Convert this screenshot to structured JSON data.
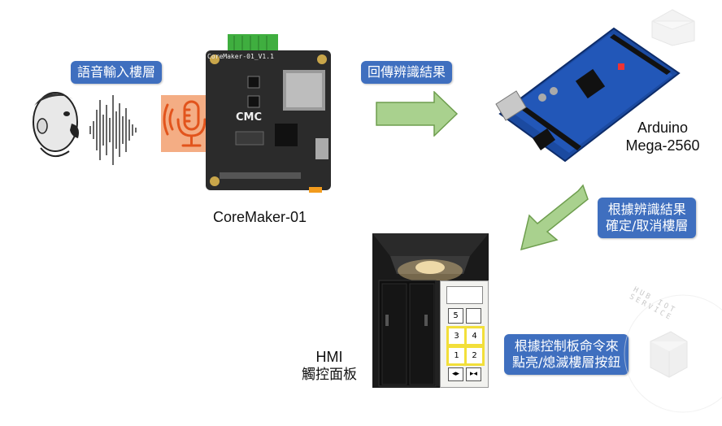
{
  "labels": {
    "voice_floor": "語音輸入樓層",
    "return_result": "回傳辨識結果",
    "confirm_cancel_line1": "根據辨識結果",
    "confirm_cancel_line2": "確定/取消樓層",
    "control_light_line1": "根據控制板命令來",
    "control_light_line2": "點亮/熄滅樓層按鈕",
    "coremaker": "CoreMaker-01",
    "arduino_line1": "Arduino",
    "arduino_line2": "Mega-2560",
    "hmi_line1": "HMI",
    "hmi_line2": "觸控面板"
  },
  "board": {
    "silkscreen": "CoreMaker-01_V1.1",
    "logo": "CMC"
  },
  "hmi_panel": {
    "buttons": [
      "5",
      "",
      "3",
      "4",
      "1",
      "2"
    ],
    "highlight_color": "#f2df3a"
  },
  "watermark": {
    "text": "HUB IOT SERVICE"
  },
  "colors": {
    "tag_bg": "#3f6fbf",
    "arrow_fill": "#a9d18e",
    "arrow_stroke": "#6e9e4e",
    "mic_bg": "#f4ad84",
    "mic_fg": "#e2541c"
  }
}
